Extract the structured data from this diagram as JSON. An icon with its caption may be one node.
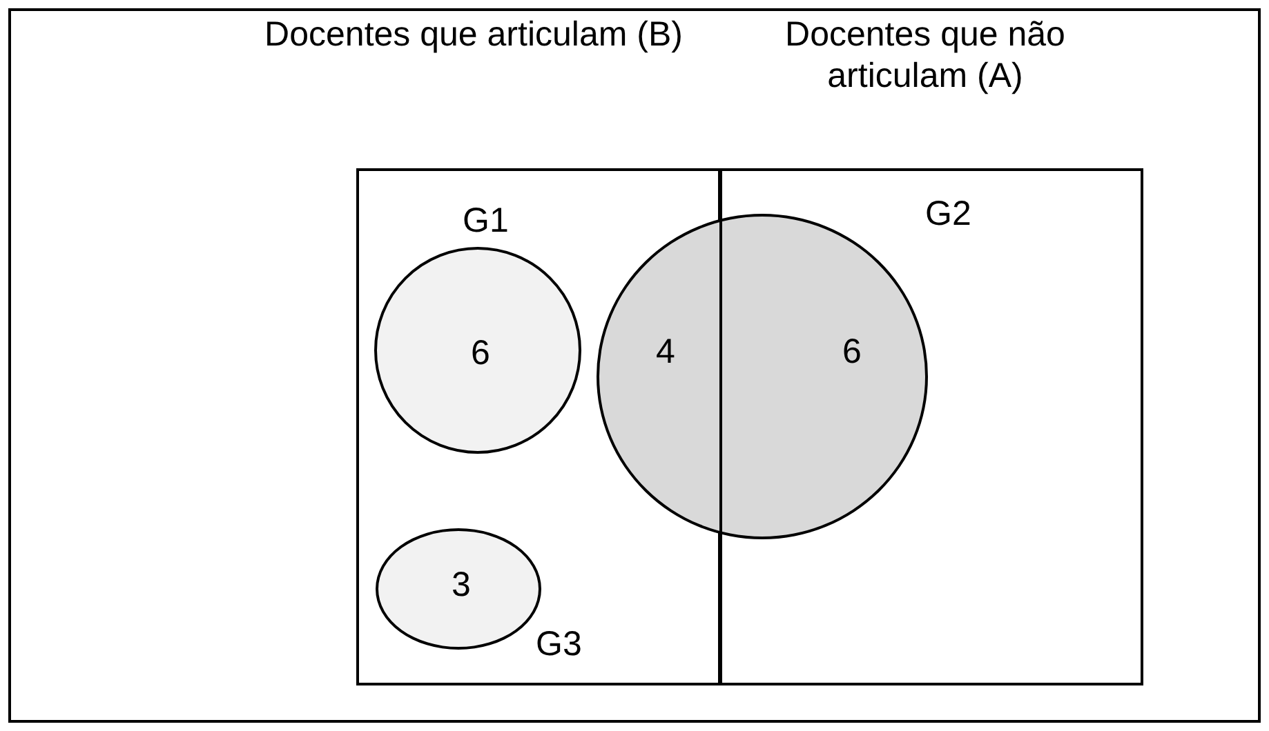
{
  "diagram": {
    "nodes": [
      {
        "text": [
          "Docentes que articulam (B)"
        ]
      },
      {
        "text": [
          "Docentes que não articulam (A)"
        ]
      },
      {
        "text": [
          "6"
        ],
        "beside": [
          "G1"
        ],
        "in": 0
      },
      {
        "text": [
          "4",
          "6"
        ],
        "beside": [
          "G2"
        ]
      },
      {
        "text": [
          "3"
        ],
        "beside": [
          "G3"
        ],
        "in": 0
      }
    ]
  }
}
